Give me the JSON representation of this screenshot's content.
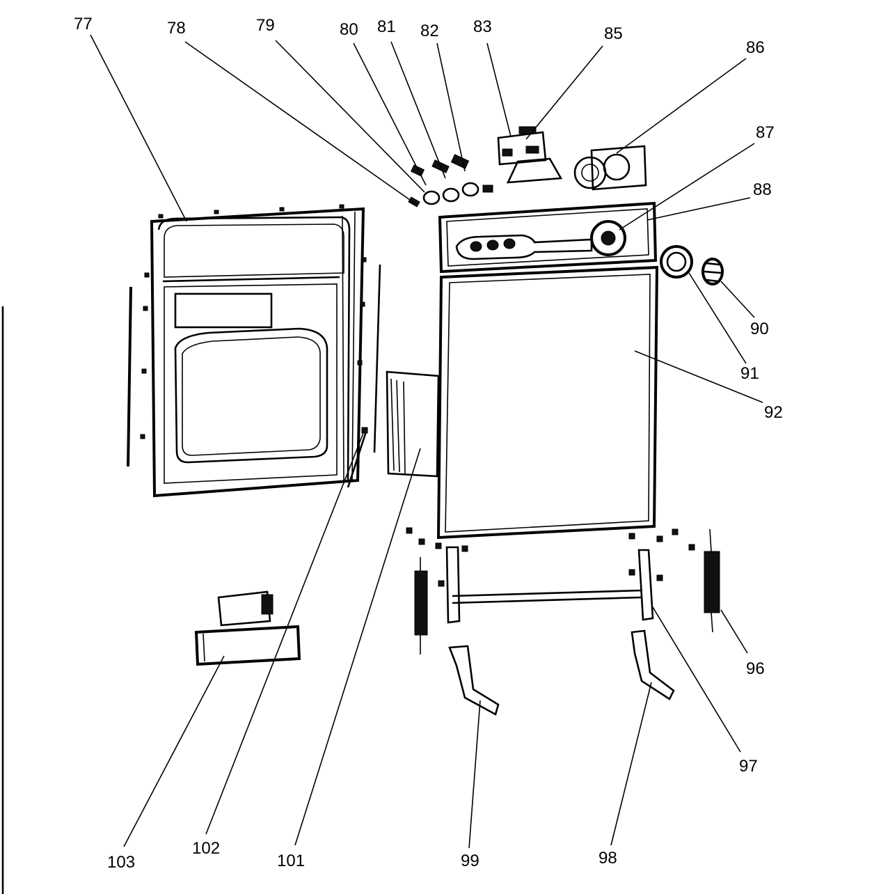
{
  "labels": {
    "p77": "77",
    "p78": "78",
    "p79": "79",
    "p80": "80",
    "p81": "81",
    "p82": "82",
    "p83": "83",
    "p85": "85",
    "p86": "86",
    "p87": "87",
    "p88": "88",
    "p90": "90",
    "p91": "91",
    "p92": "92",
    "p96": "96",
    "p97": "97",
    "p98": "98",
    "p99": "99",
    "p101": "101",
    "p102": "102",
    "p103": "103"
  }
}
